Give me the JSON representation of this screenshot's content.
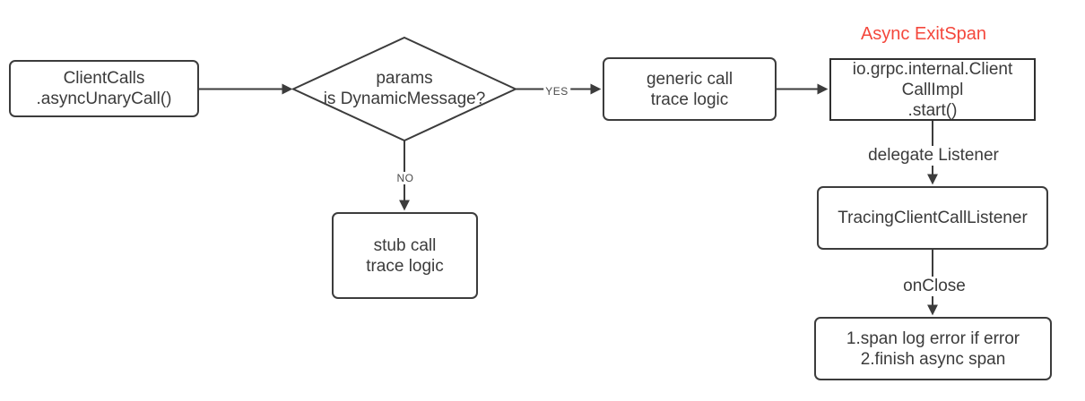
{
  "flowchart": {
    "annotation": {
      "async_exit_span": "Async ExitSpan"
    },
    "nodes": {
      "client_calls": "ClientCalls\n.asyncUnaryCall()",
      "params_decision": "params\nis DynamicMessage?",
      "generic_call": "generic call\ntrace logic",
      "grpc_client_call_impl": "io.grpc.internal.Client\nCallImpl\n.start()",
      "stub_call": "stub call\ntrace logic",
      "tracing_client_call_listener": "TracingClientCallListener",
      "on_close_actions": "1.span log error if error\n2.finish async span"
    },
    "edge_labels": {
      "yes": "YES",
      "no": "NO",
      "delegate_listener": "delegate Listener",
      "on_close": "onClose"
    },
    "colors": {
      "line": "#3c3c3c",
      "text": "#3b3b3b",
      "annotation_red": "#f4473c",
      "background": "#ffffff"
    }
  }
}
